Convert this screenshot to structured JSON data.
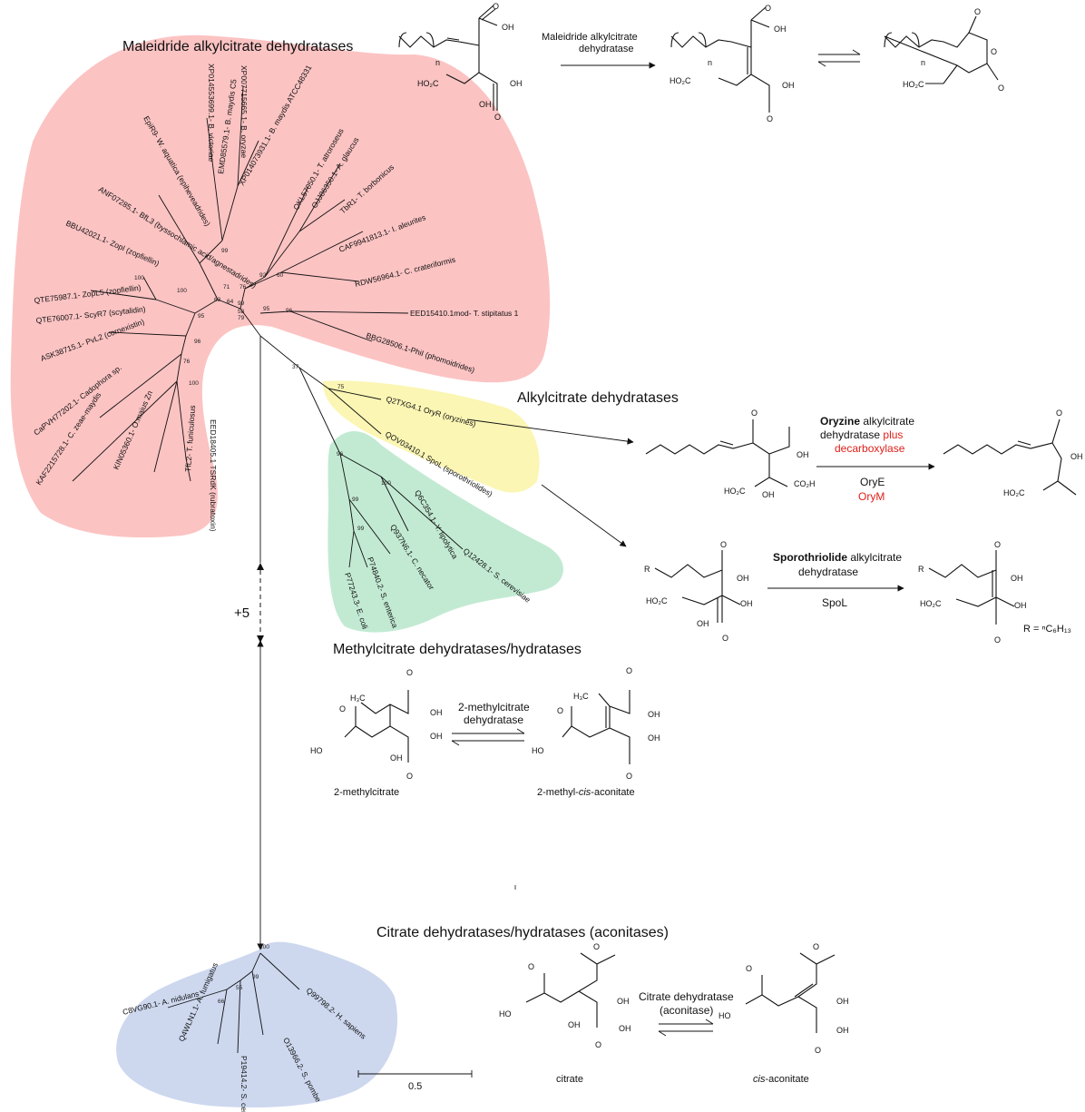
{
  "sections": {
    "maleidride": "Maleidride alkylcitrate dehydratases",
    "alkylcitrate": "Alkylcitrate dehydratases",
    "methylcitrate": "Methylcitrate dehydratases/hydratases",
    "citrate": "Citrate dehydratases/hydratases (aconitases)"
  },
  "colors": {
    "red_clade": "#fcc3c3",
    "yellow_clade": "#fbf6b4",
    "green_clade": "#c2ead3",
    "blue_clade": "#cdd8ef",
    "highlight": "#e0201a"
  },
  "reactions": {
    "maleidride_line1": "Maleidride alkylcitrate",
    "maleidride_line2": "dehydratase",
    "oryzine_bold": "Oryzine",
    "oryzine_rest": " alkylcitrate",
    "oryzine_line2a": "dehydratase ",
    "oryzine_plus": "plus",
    "oryzine_line3": "decarboxylase",
    "oryE": "OryE",
    "oryM": "OryM",
    "sporo_bold": "Sporothriolide",
    "sporo_rest": " alkylcitrate",
    "sporo_line2": "dehydratase",
    "spoL": "SpoL",
    "methyl_line1": "2-methylcitrate",
    "methyl_line2": "dehydratase",
    "citrate_line1": "Citrate dehydratase",
    "citrate_line2": "(aconitase)"
  },
  "compounds": {
    "two_methylcitrate": "2-methylcitrate",
    "two_methyl_cis_aconitate_a": "2-methyl-",
    "two_methyl_cis_aconitate_b": "cis",
    "two_methyl_cis_aconitate_c": "-aconitate",
    "citrate": "citrate",
    "cis_aconitate_a": "cis",
    "cis_aconitate_b": "-aconitate",
    "r_group": "R = ⁿC₆H₁₃"
  },
  "atoms": {
    "o": "O",
    "oh": "OH",
    "ho": "HO",
    "ho2c": "HO₂C",
    "co2h": "CO₂H",
    "h3c": "H₃C",
    "r": "R",
    "n": "n"
  },
  "tree": {
    "red_leaves": [
      "EED18405.1 TSRdK (rubratoxin)",
      "TfL2- T. funiculosus",
      "KIN05360.1- O.maius Zn",
      "KAF2215728.1- C. zeae-maydis",
      "CaPVH77202.1- Cadophora sp.",
      "ASK38715.1- PvL2 (cornexistin)",
      "QTE76007.1- ScyR7 (scytalidin)",
      "QTE75987.1- ZopL5 (zopfiellin)",
      "BBU42021.1- ZopI (zopfiellin)",
      "ANF07285.1- BfL3 (byssochlamic acid/agnestadrides)",
      "EpiR9- W. aquatica (epiheveadrides)",
      "XP014553699.1- B. victoriae",
      "XP007715665.1- B. oryzae",
      "EMD85579.1- B. maydis C5",
      "XP014073931.1- B. maydis ATCC48331",
      "OKL57050.1- T. atroroseus",
      "OJJ86350.1- A. glaucus",
      "TbR1- T. borbonicus",
      "CAF9941813.1- I. aleurites",
      "RDW56964.1- C. crateriformis",
      "EED15410.1mod- T. stipitatus 1",
      "BBG28506.1-PhiI (phomoidrides)"
    ],
    "yellow_leaves": [
      "Q2TXG4.1 OryR (oryzines)",
      "QOV03410.1 SpoL (sporothriolides)"
    ],
    "green_leaves": [
      "Q12428.1- S. cerevisiae",
      "Q6C354.1- Y. lipolytica",
      "Q937N6.1- C. necator",
      "P77243.3- E. coli",
      "P74840.2- S. enterica"
    ],
    "blue_leaves": [
      "Q99798.2- H. sapiens",
      "C8VG90.1- A. nidulans",
      "Q4WLN1.1- A. fumigatus",
      "P19414.2- S. cerevisiae",
      "O13966.2- S. pombe"
    ],
    "bootstrap": [
      "100",
      "100",
      "99",
      "71",
      "63",
      "64",
      "99",
      "95",
      "76",
      "92",
      "60",
      "95",
      "96",
      "58",
      "79",
      "96",
      "76",
      "100",
      "37",
      "75",
      "96",
      "100",
      "99",
      "99",
      "100",
      "55",
      "66",
      "99"
    ],
    "collapsed_label": "+5",
    "scale_label": "0.5"
  }
}
